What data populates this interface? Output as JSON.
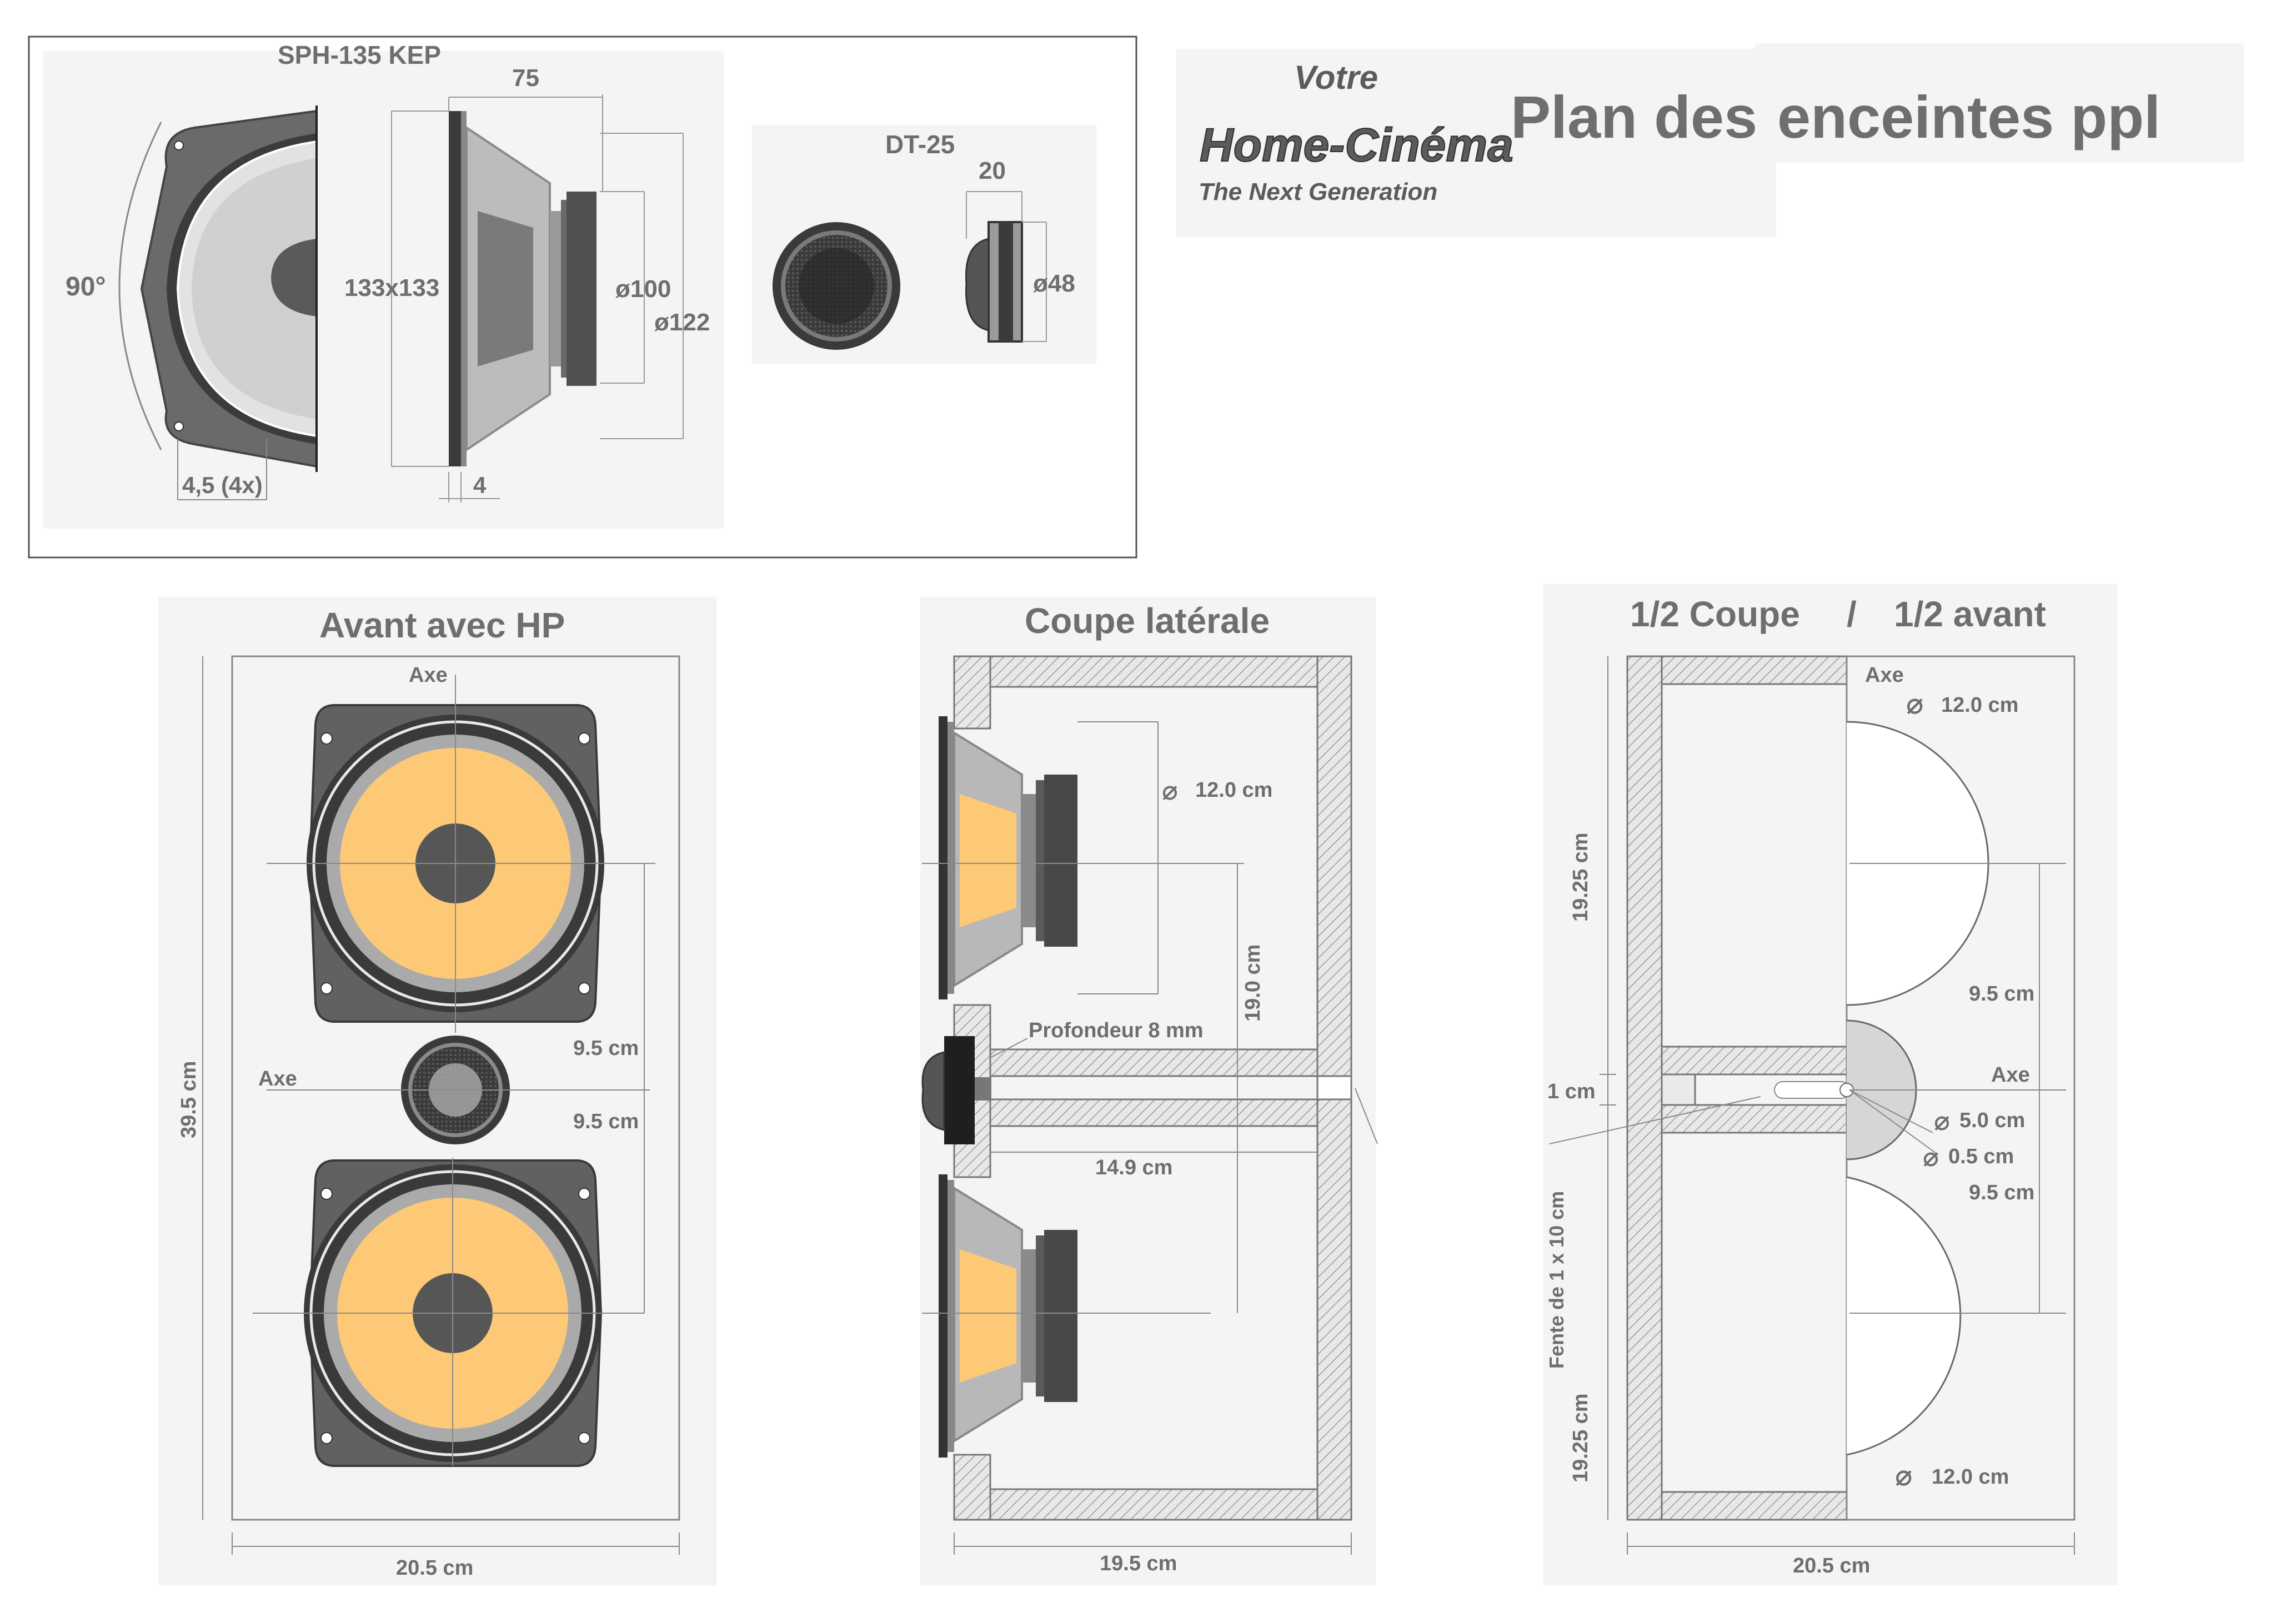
{
  "colors": {
    "orange": "#fdc977",
    "dark": "#4a4a4a",
    "frame": "#8a8a8a",
    "text": "#6e6e6e",
    "hatch": "#8c8c8c"
  },
  "logo": {
    "line1": "Votre",
    "line2": "Home-Cinéma",
    "line3": "The Next Generation"
  },
  "title": {
    "part1": "Plan des",
    "part2": "enceintes ppl"
  },
  "woofer_spec": {
    "name": "SPH-135 KEP",
    "angle": "90°",
    "size": "133x133",
    "depth": "75",
    "d100": "ø100",
    "d122": "ø122",
    "holes": "4,5 (4x)",
    "flange": "4"
  },
  "tweeter_spec": {
    "name": "DT-25",
    "depth": "20",
    "diameter": "ø48"
  },
  "front_view": {
    "title": "Avant avec HP",
    "axe_top": "Axe",
    "axe_mid": "Axe",
    "gap_top": "9.5 cm",
    "gap_bottom": "9.5 cm",
    "height": "39.5 cm",
    "width": "20.5 cm"
  },
  "side_view": {
    "title": "Coupe latérale",
    "driver_dia": "12.0 cm",
    "spacing": "19.0 cm",
    "depth_note": "Profondeur 8 mm",
    "port_length": "14.9 cm",
    "width": "19.5 cm"
  },
  "half_view": {
    "title_left": "1/2 Coupe",
    "separator": "/",
    "title_right": "1/2 avant",
    "axe_top": "Axe",
    "axe_mid": "Axe",
    "dia_top": "12.0 cm",
    "dia_bottom": "12.0 cm",
    "gap_top": "9.5 cm",
    "gap_bottom": "9.5 cm",
    "tweeter_dia": "5.0 cm",
    "hole_dia": "0.5 cm",
    "slot_height": "1 cm",
    "slot_label": "Fente de 1 x 10 cm",
    "half_top": "19.25 cm",
    "half_bottom": "19.25 cm",
    "width": "20.5 cm"
  }
}
